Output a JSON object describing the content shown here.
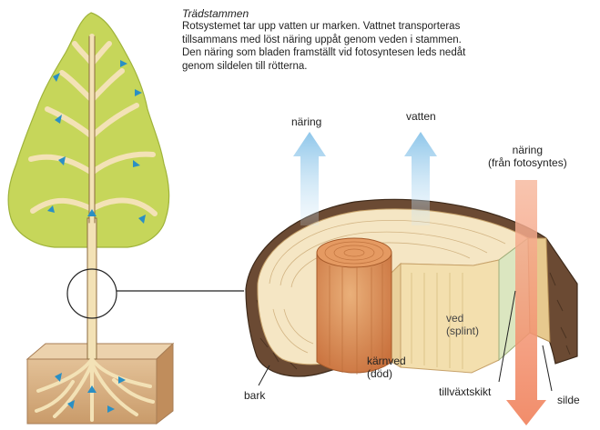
{
  "title": "Trädstammen",
  "description_lines": [
    "Rotsystemet tar upp vatten ur marken. Vattnet transporteras",
    "tillsammans med löst näring uppåt genom veden i stammen.",
    "Den näring som bladen framställt vid fotosyntesen leds nedåt",
    "genom sildelen till rötterna."
  ],
  "labels": {
    "naring_up": "näring",
    "vatten_up": "vatten",
    "naring_down_line1": "näring",
    "naring_down_line2": "(från fotosyntes)",
    "ved_line1": "ved",
    "ved_line2": "(splint)",
    "karnved_line1": "kärnved",
    "karnved_line2": "(död)",
    "bark": "bark",
    "tillvaxtskikt": "tillväxtskikt",
    "silde": "silde"
  },
  "colors": {
    "canopy": "#c6d65a",
    "wood": "#f3e2b6",
    "blue_arrow": "#a8d3ee",
    "orange_arrow": "#f39a7a",
    "heartwood": "#d98a52",
    "bark": "#6b4a33",
    "soil": "#d6b183"
  }
}
